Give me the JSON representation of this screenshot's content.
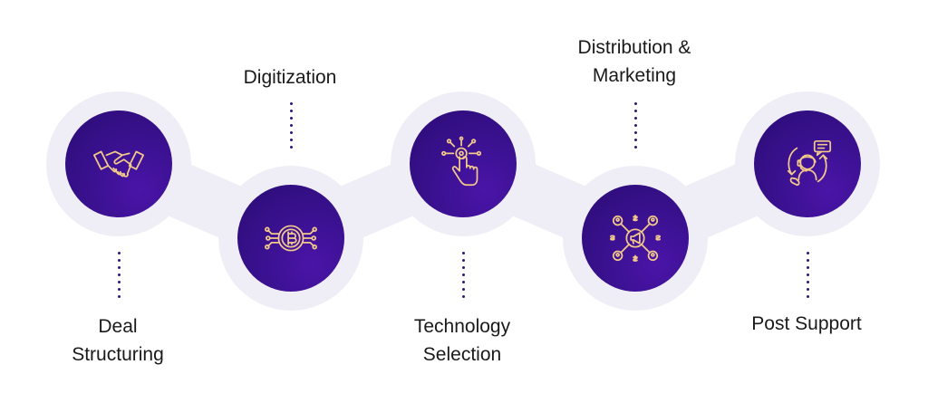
{
  "colors": {
    "track": "#efeef6",
    "circle": "#3a1190",
    "icon_stroke": "#f2c98a",
    "dots": "#2a1a7a",
    "text": "#1a1a1a"
  },
  "steps": [
    {
      "icon": "handshake-icon",
      "label_lines": [
        "Deal",
        "Structuring"
      ]
    },
    {
      "icon": "bitcoin-network-icon",
      "label_lines": [
        "Digitization"
      ]
    },
    {
      "icon": "touch-tech-icon",
      "label_lines": [
        "Technology",
        "Selection"
      ]
    },
    {
      "icon": "megaphone-network-icon",
      "label_lines": [
        "Distribution &",
        "Marketing"
      ]
    },
    {
      "icon": "support-agent-icon",
      "label_lines": [
        "Post Support"
      ]
    }
  ]
}
